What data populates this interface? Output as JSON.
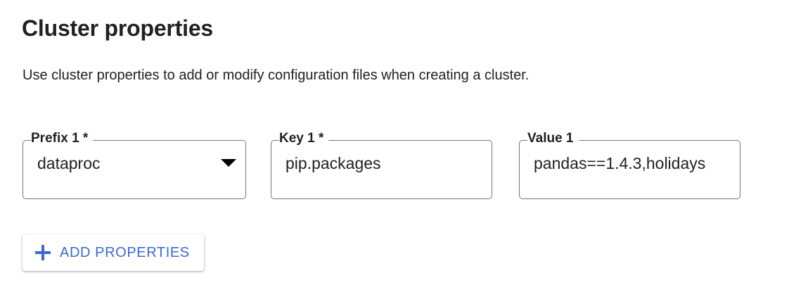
{
  "header": {
    "title": "Cluster properties",
    "description": "Use cluster properties to add or modify configuration files when creating a cluster."
  },
  "form": {
    "fields": [
      {
        "name": "prefix",
        "label": "Prefix 1 *",
        "value": "dataproc",
        "type": "select",
        "required": true,
        "icon": "chevron-down-icon"
      },
      {
        "name": "key",
        "label": "Key 1 *",
        "value": "pip.packages",
        "type": "text",
        "required": true
      },
      {
        "name": "value",
        "label": "Value 1",
        "value": "pandas==1.4.3,holidays",
        "type": "text",
        "required": false
      }
    ]
  },
  "actions": {
    "add_properties_label": "ADD PROPERTIES",
    "add_properties_icon": "plus-icon"
  },
  "colors": {
    "accent_blue": "#3b68d4",
    "text_primary": "#202124",
    "field_border": "#757779",
    "background": "#ffffff"
  }
}
